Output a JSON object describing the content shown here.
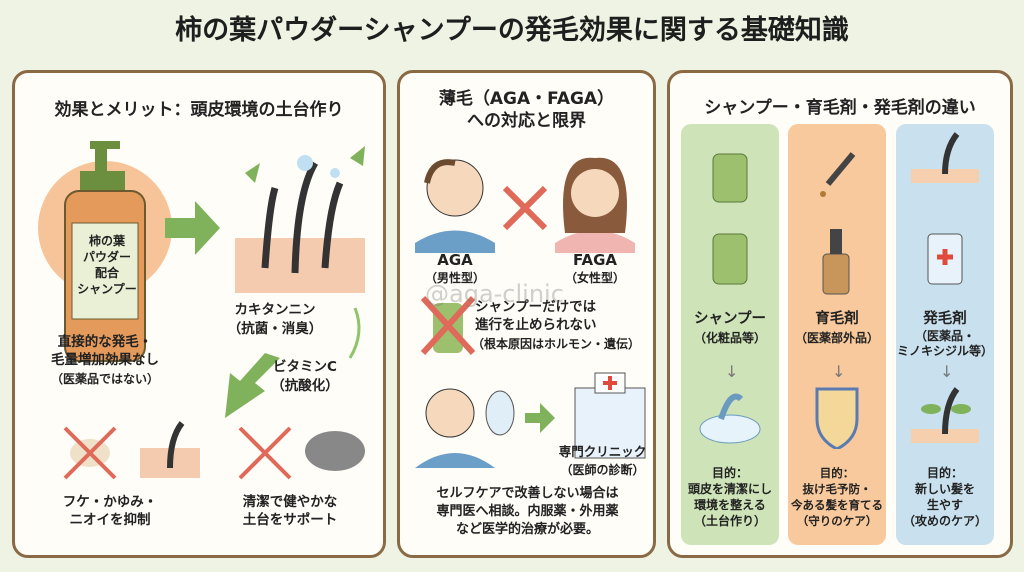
{
  "title": "柿の葉パウダーシャンプーの発毛効果に関する基礎知識",
  "panel1": {
    "heading": "効果とメリット：頭皮環境の土台作り",
    "bottle_label": "柿の葉\nパウダー\n配合\nシャンプー",
    "no_effect": "直接的な発毛・\n毛量増加効果なし",
    "no_effect_note": "（医薬品ではない）",
    "tannin": "カキタンニン",
    "tannin_note": "（抗菌・消臭）",
    "vitc": "ビタミンC",
    "vitc_note": "（抗酸化）",
    "suppress": "フケ・かゆみ・\nニオイを抑制",
    "support": "清潔で健やかな\n土台をサポート"
  },
  "panel2": {
    "heading": "薄毛（AGA・FAGA）\nへの対応と限界",
    "aga": "AGA",
    "aga_note": "（男性型）",
    "faga": "FAGA",
    "faga_note": "（女性型）",
    "limit": "シャンプーだけでは\n進行を止められない",
    "limit_note": "（根本原因はホルモン・遺伝）",
    "clinic": "専門クリニック",
    "clinic_note": "（医師の診断）",
    "advice": "セルフケアで改善しない場合は\n専門医へ相談。内服薬・外用薬\nなど医学的治療が必要。"
  },
  "watermark": "@aga-clinic",
  "panel3": {
    "heading": "シャンプー・育毛剤・発毛剤の違い",
    "columns": [
      {
        "name": "シャンプー",
        "note": "（化粧品等）",
        "purpose": "目的：\n頭皮を清潔にし\n環境を整える\n（土台作り）",
        "color": "#cfe3b8"
      },
      {
        "name": "育毛剤",
        "note": "（医薬部外品）",
        "purpose": "目的：\n抜け毛予防・\n今ある髪を育てる\n（守りのケア）",
        "color": "#f8c99c"
      },
      {
        "name": "発毛剤",
        "note": "（医薬品・\nミノキシジル等）",
        "purpose": "目的：\n新しい髪を\n生やす\n（攻めのケア）",
        "color": "#c9e1ee"
      }
    ]
  }
}
